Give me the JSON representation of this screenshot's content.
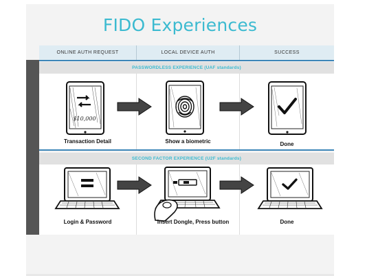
{
  "title": "FIDO Experiences",
  "columns": [
    "ONLINE AUTH REQUEST",
    "LOCAL DEVICE AUTH",
    "SUCCESS"
  ],
  "rows": [
    {
      "label": "PASSWORDLESS EXPERIENCE (UAF standards)",
      "captions": [
        "Transaction Detail",
        "Show a biometric",
        "Done"
      ],
      "amount": "$10,000"
    },
    {
      "label": "SECOND FACTOR EXPERIENCE (U2F standards)",
      "captions": [
        "Login & Password",
        "Insert Dongle, Press button",
        "Done"
      ]
    }
  ],
  "colors": {
    "accent": "#3bbad0",
    "rule": "#3d86b8",
    "sidebar": "#555555"
  },
  "icons": [
    "tablet-transfer-icon",
    "tablet-fingerprint-icon",
    "tablet-check-icon",
    "laptop-login-icon",
    "laptop-dongle-icon",
    "laptop-check-icon",
    "arrow-right-icon"
  ]
}
